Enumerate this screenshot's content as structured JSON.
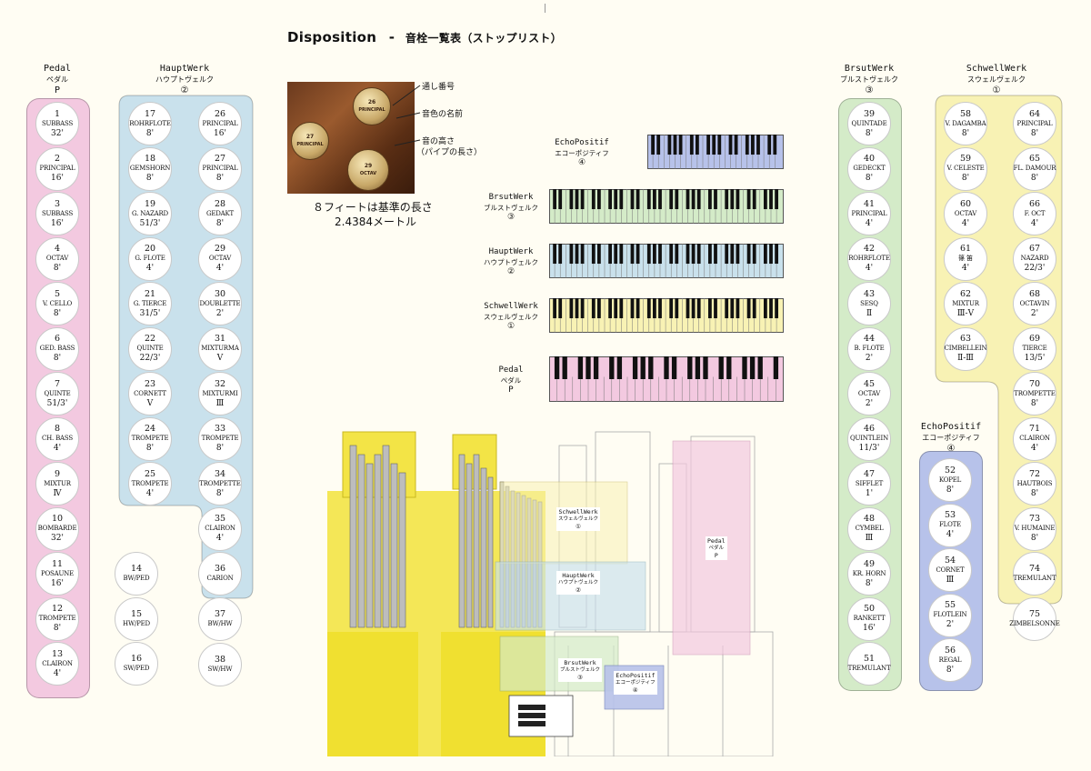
{
  "title": {
    "main": "Disposition",
    "dash": "-",
    "sub": "音栓一覧表（ストップリスト）"
  },
  "photo": {
    "labels": [
      "通し番号",
      "音色の名前",
      "音の高さ",
      "（パイプの長さ）"
    ],
    "knobs": [
      "26",
      "PRINCIPAL",
      "27",
      "PRINCIPAL",
      "29",
      "OCTAV"
    ],
    "note_line1": "８フィートは基準の長さ",
    "note_line2": "2.4384メートル"
  },
  "colors": {
    "pedal": "#f3c9e0",
    "haupt": "#c9e1ec",
    "brust": "#d4ebc8",
    "schwell": "#f8f2b4",
    "echo": "#b7c2ea",
    "organ_yellow": "#f3e446"
  },
  "divisions": {
    "pedal": {
      "name": "Pedal",
      "jp": "ペダル",
      "mark": "P"
    },
    "haupt": {
      "name": "HauptWerk",
      "jp": "ハウプトヴェルク",
      "mark": "②"
    },
    "brust": {
      "name": "BrsutWerk",
      "jp": "ブルストヴェルク",
      "mark": "③"
    },
    "schwell": {
      "name": "SchwellWerk",
      "jp": "スウェルヴェルク",
      "mark": "①"
    },
    "echo": {
      "name": "EchoPositif",
      "jp": "エコーポジティフ",
      "mark": "④"
    }
  },
  "keyboards": [
    {
      "name": "EchoPositif",
      "jp": "エコーポジティフ",
      "mark": "④"
    },
    {
      "name": "BrsutWerk",
      "jp": "ブルストヴェルク",
      "mark": "③"
    },
    {
      "name": "HauptWerk",
      "jp": "ハウプトヴェルク",
      "mark": "②"
    },
    {
      "name": "SchwellWerk",
      "jp": "スウェルヴェルク",
      "mark": "①"
    },
    {
      "name": "Pedal",
      "jp": "ペダル",
      "mark": "P"
    }
  ],
  "organ_labels": [
    {
      "name": "SchwellWerk",
      "jp": "スウェルヴェルク",
      "mark": "①"
    },
    {
      "name": "HauptWerk",
      "jp": "ハウプトヴェルク",
      "mark": "②"
    },
    {
      "name": "Pedal",
      "jp": "ペダル",
      "mark": "P"
    },
    {
      "name": "BrsutWerk",
      "jp": "ブルストヴェルク",
      "mark": "③"
    },
    {
      "name": "EchoPositif",
      "jp": "エコーポジティフ",
      "mark": "④"
    }
  ],
  "stops": {
    "pedal": [
      {
        "n": "1",
        "name": "SUBBASS",
        "pitch": "32'"
      },
      {
        "n": "2",
        "name": "PRINCIPAL",
        "pitch": "16'"
      },
      {
        "n": "3",
        "name": "SUBBASS",
        "pitch": "16'"
      },
      {
        "n": "4",
        "name": "OCTAV",
        "pitch": "8'"
      },
      {
        "n": "5",
        "name": "V. CELLO",
        "pitch": "8'"
      },
      {
        "n": "6",
        "name": "GED. BASS",
        "pitch": "8'"
      },
      {
        "n": "7",
        "name": "QUINTE",
        "pitch": "51/3'"
      },
      {
        "n": "8",
        "name": "CH. BASS",
        "pitch": "4'"
      },
      {
        "n": "9",
        "name": "MIXTUR",
        "pitch": "Ⅳ"
      },
      {
        "n": "10",
        "name": "BOMBARDE",
        "pitch": "32'"
      },
      {
        "n": "11",
        "name": "POSAUNE",
        "pitch": "16'"
      },
      {
        "n": "12",
        "name": "TROMPETE",
        "pitch": "8'"
      },
      {
        "n": "13",
        "name": "CLAIRON",
        "pitch": "4'"
      }
    ],
    "haupt_left": [
      {
        "n": "17",
        "name": "ROHRFLOTE",
        "pitch": "8'"
      },
      {
        "n": "18",
        "name": "GEMSHORN",
        "pitch": "8'"
      },
      {
        "n": "19",
        "name": "G. NAZARD",
        "pitch": "51/3'"
      },
      {
        "n": "20",
        "name": "G. FLOTE",
        "pitch": "4'"
      },
      {
        "n": "21",
        "name": "G. TIERCE",
        "pitch": "31/5'"
      },
      {
        "n": "22",
        "name": "QUINTE",
        "pitch": "22/3'"
      },
      {
        "n": "23",
        "name": "CORNETT",
        "pitch": "Ⅴ"
      },
      {
        "n": "24",
        "name": "TROMPETE",
        "pitch": "8'"
      },
      {
        "n": "25",
        "name": "TROMPETE",
        "pitch": "4'"
      }
    ],
    "haupt_right": [
      {
        "n": "26",
        "name": "PRINCIPAL",
        "pitch": "16'"
      },
      {
        "n": "27",
        "name": "PRINCIPAL",
        "pitch": "8'"
      },
      {
        "n": "28",
        "name": "GEDAKT",
        "pitch": "8'"
      },
      {
        "n": "29",
        "name": "OCTAV",
        "pitch": "4'"
      },
      {
        "n": "30",
        "name": "DOUBLETTE",
        "pitch": "2'"
      },
      {
        "n": "31",
        "name": "MIXTURMA",
        "pitch": "Ⅴ"
      },
      {
        "n": "32",
        "name": "MIXTURMI",
        "pitch": "Ⅲ"
      },
      {
        "n": "33",
        "name": "TROMPETE",
        "pitch": "8'"
      },
      {
        "n": "34",
        "name": "TROMPETTE",
        "pitch": "8'"
      },
      {
        "n": "35",
        "name": "CLAIRON",
        "pitch": "4'"
      },
      {
        "n": "36",
        "name": "CARION",
        "pitch": ""
      }
    ],
    "couplers_left": [
      {
        "n": "14",
        "name": "BW/PED",
        "pitch": ""
      },
      {
        "n": "15",
        "name": "HW/PED",
        "pitch": ""
      },
      {
        "n": "16",
        "name": "SW/PED",
        "pitch": ""
      }
    ],
    "couplers_right": [
      {
        "n": "37",
        "name": "BW/HW",
        "pitch": ""
      },
      {
        "n": "38",
        "name": "SW/HW",
        "pitch": ""
      }
    ],
    "brust": [
      {
        "n": "39",
        "name": "QUINTADE",
        "pitch": "8'"
      },
      {
        "n": "40",
        "name": "GEDECKT",
        "pitch": "8'"
      },
      {
        "n": "41",
        "name": "PRINCIPAL",
        "pitch": "4'"
      },
      {
        "n": "42",
        "name": "ROHRFLOTE",
        "pitch": "4'"
      },
      {
        "n": "43",
        "name": "SESQ",
        "pitch": "Ⅱ"
      },
      {
        "n": "44",
        "name": "B. FLOTE",
        "pitch": "2'"
      },
      {
        "n": "45",
        "name": "OCTAV",
        "pitch": "2'"
      },
      {
        "n": "46",
        "name": "QUINTLEIN",
        "pitch": "11/3'"
      },
      {
        "n": "47",
        "name": "SIFFLET",
        "pitch": "1'"
      },
      {
        "n": "48",
        "name": "CYMBEL",
        "pitch": "Ⅲ"
      },
      {
        "n": "49",
        "name": "KR. HORN",
        "pitch": "8'"
      },
      {
        "n": "50",
        "name": "RANKETT",
        "pitch": "16'"
      },
      {
        "n": "51",
        "name": "TREMULANT",
        "pitch": ""
      }
    ],
    "echo": [
      {
        "n": "52",
        "name": "KOPEL",
        "pitch": "8'"
      },
      {
        "n": "53",
        "name": "FLOTE",
        "pitch": "4'"
      },
      {
        "n": "54",
        "name": "CORNET",
        "pitch": "Ⅲ"
      },
      {
        "n": "55",
        "name": "FLOTLEIN",
        "pitch": "2'"
      },
      {
        "n": "56",
        "name": "REGAL",
        "pitch": "8'"
      }
    ],
    "schwell_left": [
      {
        "n": "58",
        "name": "V. DAGAMBA",
        "pitch": "8'"
      },
      {
        "n": "59",
        "name": "V. CELESTE",
        "pitch": "8'"
      },
      {
        "n": "60",
        "name": "OCTAV",
        "pitch": "4'"
      },
      {
        "n": "61",
        "name": "篠 笛",
        "pitch": "4'"
      },
      {
        "n": "62",
        "name": "MIXTUR",
        "pitch": "Ⅲ-Ⅴ"
      },
      {
        "n": "63",
        "name": "CIMBELLEIN",
        "pitch": "Ⅱ-Ⅲ"
      }
    ],
    "schwell_right": [
      {
        "n": "64",
        "name": "PRINCIPAL",
        "pitch": "8'"
      },
      {
        "n": "65",
        "name": "FL. DAMOUR",
        "pitch": "8'"
      },
      {
        "n": "66",
        "name": "F. OCT",
        "pitch": "4'"
      },
      {
        "n": "67",
        "name": "NAZARD",
        "pitch": "22/3'"
      },
      {
        "n": "68",
        "name": "OCTAVIN",
        "pitch": "2'"
      },
      {
        "n": "69",
        "name": "TIERCE",
        "pitch": "13/5'"
      },
      {
        "n": "70",
        "name": "TROMPETTE",
        "pitch": "8'"
      },
      {
        "n": "71",
        "name": "CLAIRON",
        "pitch": "4'"
      },
      {
        "n": "72",
        "name": "HAUTBOIS",
        "pitch": "8'"
      },
      {
        "n": "73",
        "name": "V. HUMAINE",
        "pitch": "8'"
      },
      {
        "n": "74",
        "name": "TREMULANT",
        "pitch": ""
      },
      {
        "n": "75",
        "name": "ZIMBELSONNE",
        "pitch": ""
      }
    ]
  }
}
